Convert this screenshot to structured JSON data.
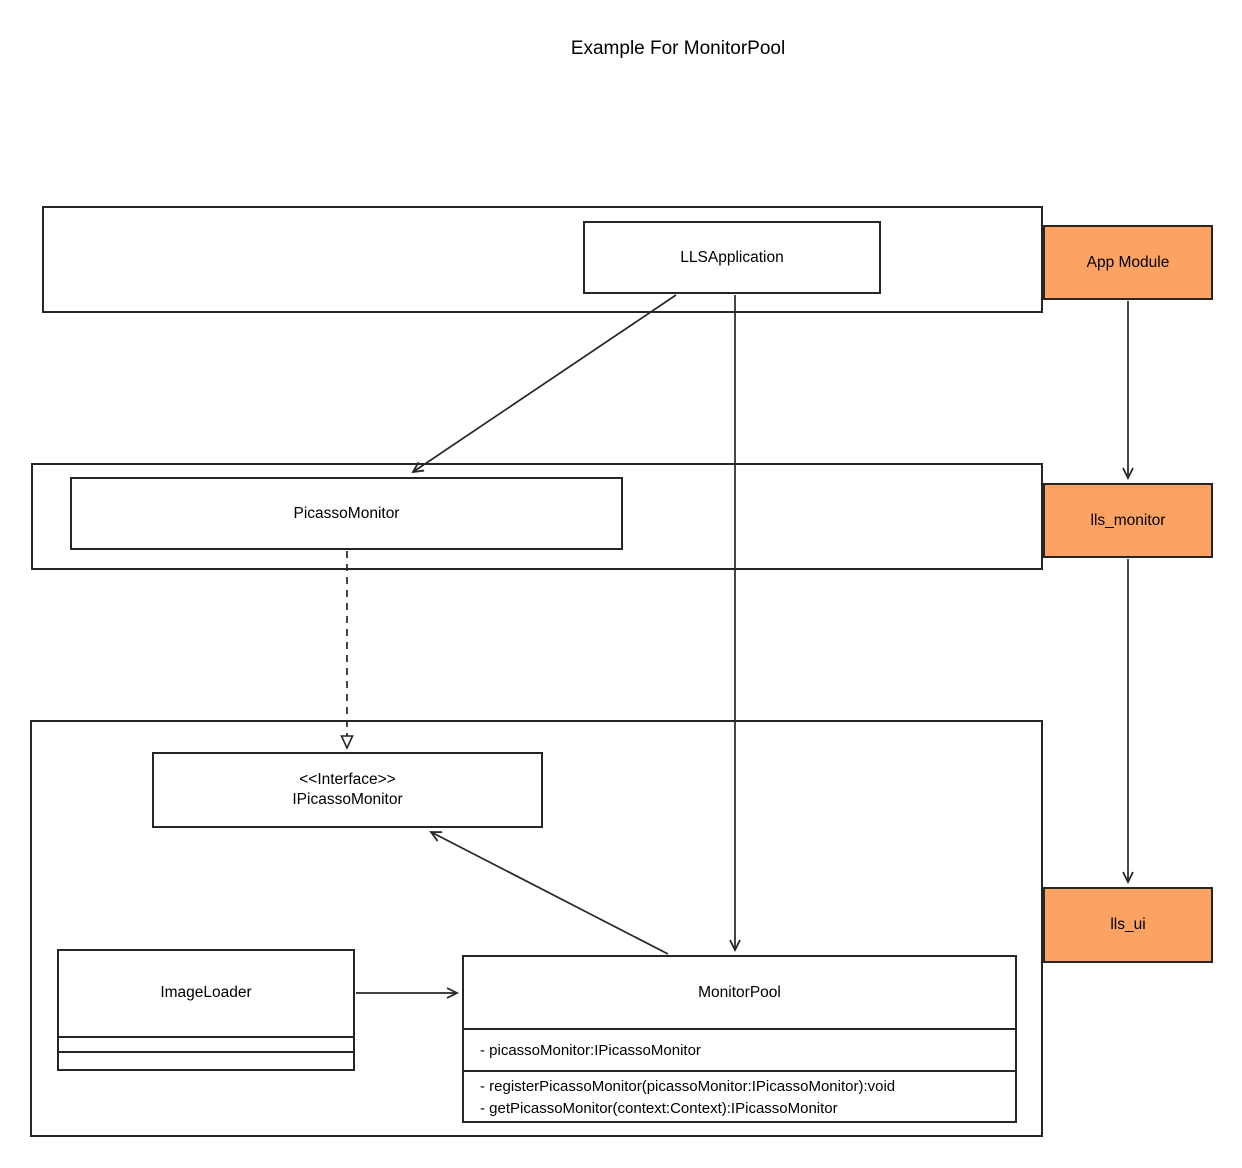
{
  "title": "Example For MonitorPool",
  "colors": {
    "module_fill": "#FCA263",
    "stroke": "#262626",
    "class_fill": "#FFFFFF"
  },
  "nodes": {
    "lls_application": {
      "label": "LLSApplication"
    },
    "picasso_monitor": {
      "label": "PicassoMonitor"
    },
    "ipicasso_monitor": {
      "stereotype": "<<Interface>>",
      "label": "IPicassoMonitor"
    },
    "image_loader": {
      "label": "ImageLoader"
    },
    "monitor_pool": {
      "label": "MonitorPool",
      "attributes": [
        "- picassoMonitor:IPicassoMonitor"
      ],
      "methods": [
        "- registerPicassoMonitor(picassoMonitor:IPicassoMonitor):void",
        "- getPicassoMonitor(context:Context):IPicassoMonitor"
      ]
    }
  },
  "modules": {
    "app_module": {
      "label": "App Module"
    },
    "lls_monitor": {
      "label": "lls_monitor"
    },
    "lls_ui": {
      "label": "lls_ui"
    }
  },
  "edges": [
    {
      "from": "LLSApplication",
      "to": "PicassoMonitor",
      "line": "solid",
      "head": "open-arrow"
    },
    {
      "from": "LLSApplication",
      "to": "MonitorPool",
      "line": "solid",
      "head": "open-arrow"
    },
    {
      "from": "PicassoMonitor",
      "to": "IPicassoMonitor",
      "line": "dashed",
      "head": "hollow-triangle"
    },
    {
      "from": "MonitorPool",
      "to": "IPicassoMonitor",
      "line": "solid",
      "head": "open-arrow"
    },
    {
      "from": "ImageLoader",
      "to": "MonitorPool",
      "line": "solid",
      "head": "open-arrow"
    },
    {
      "from": "App Module",
      "to": "lls_monitor",
      "line": "solid",
      "head": "open-arrow"
    },
    {
      "from": "lls_monitor",
      "to": "lls_ui",
      "line": "solid",
      "head": "open-arrow"
    }
  ]
}
